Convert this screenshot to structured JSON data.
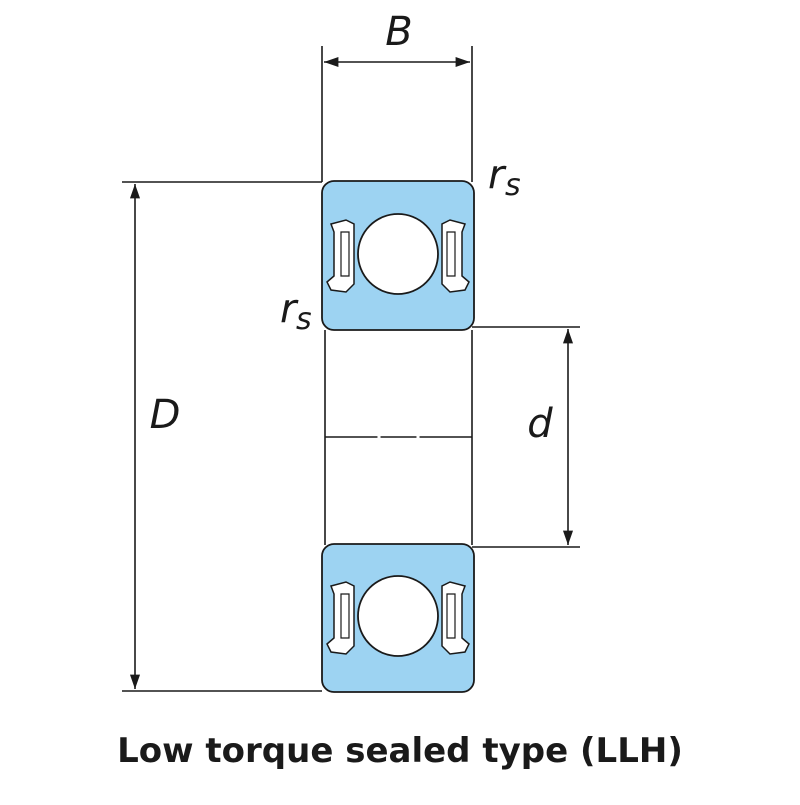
{
  "diagram": {
    "labels": {
      "width": "B",
      "outer_diameter": "D",
      "bore_diameter": "d",
      "chamfer_top": "r",
      "chamfer_top_sub": "s",
      "chamfer_left": "r",
      "chamfer_left_sub": "s"
    },
    "caption": "Low torque sealed type (LLH)",
    "colors": {
      "ring_fill": "#9dd3f2",
      "outline": "#1a1a1a",
      "ball_fill": "#ffffff",
      "seal_fill": "#ffffff"
    }
  }
}
